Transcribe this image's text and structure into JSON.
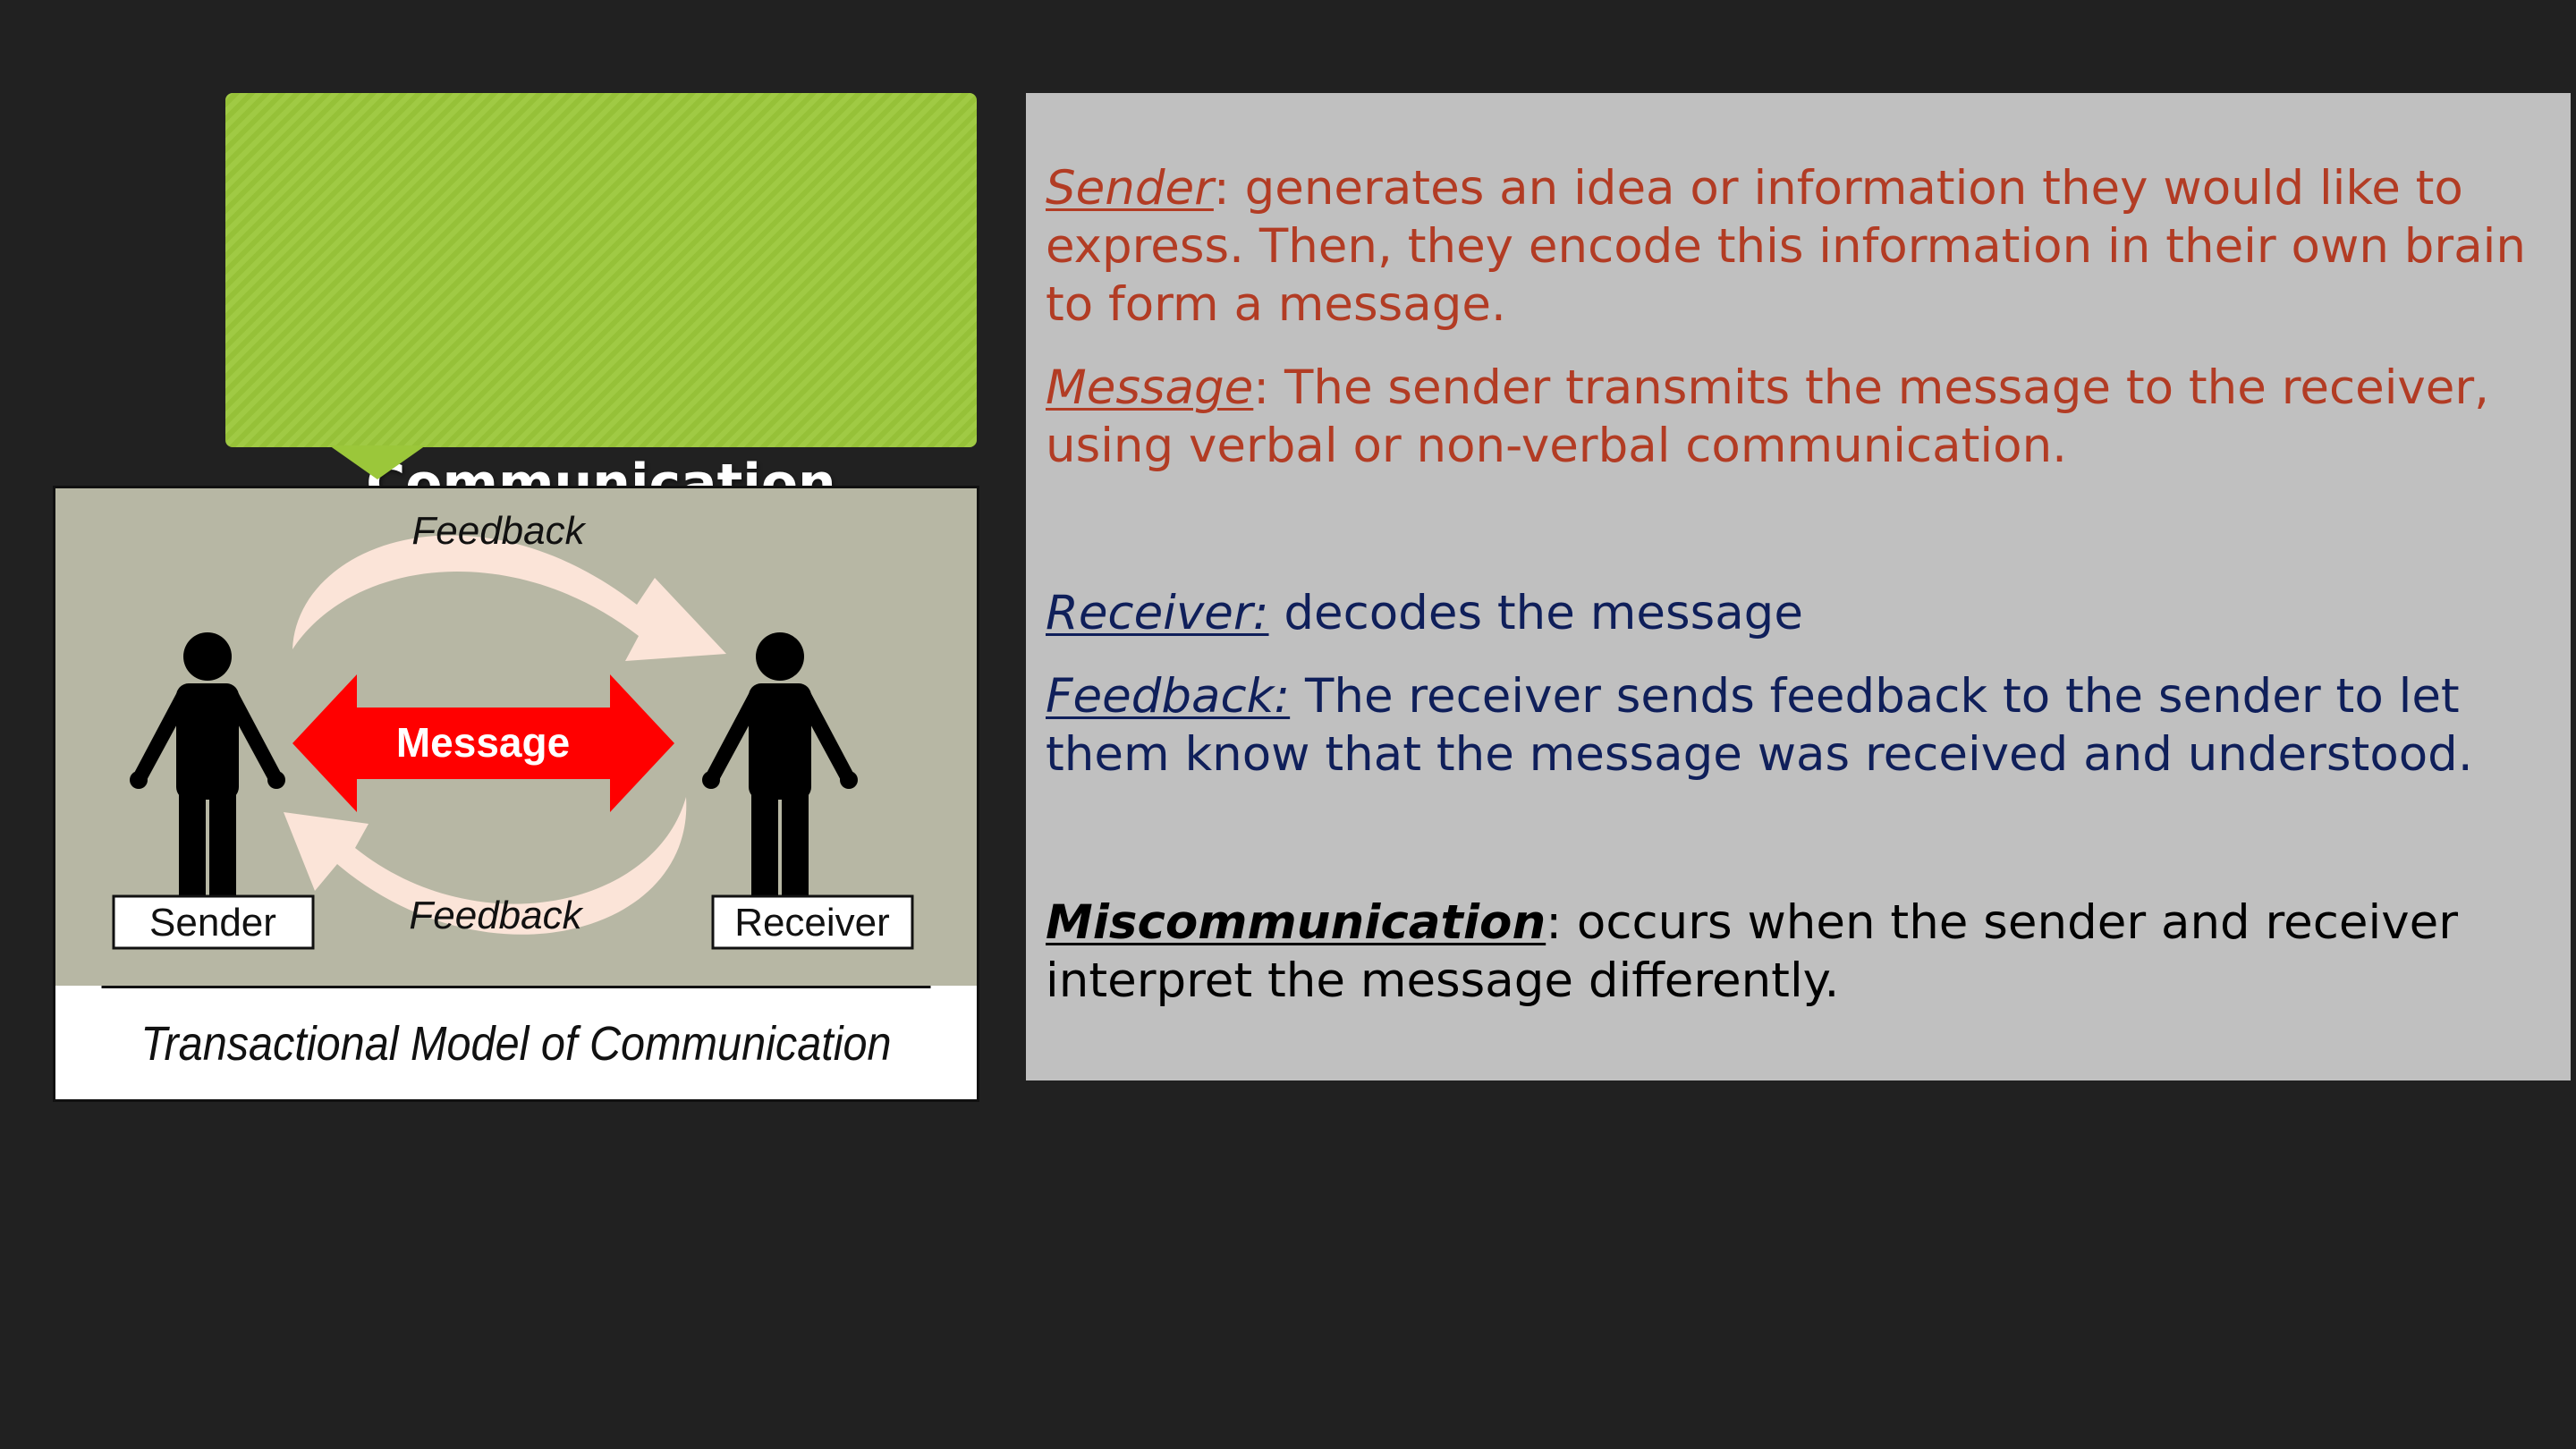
{
  "slide": {
    "title": "Communication",
    "colors": {
      "background": "#212121",
      "title_box": "#9bc73a",
      "panel": "#c0c0c0",
      "red_text": "#b23c24",
      "navy_text": "#0f1f5a",
      "arrow_red": "#ff0000",
      "feedback_arrow": "#fbe4d8",
      "diagram_bg": "#b7b7a4"
    }
  },
  "diagram": {
    "feedback_top": "Feedback",
    "feedback_bottom": "Feedback",
    "message": "Message",
    "sender_label": "Sender",
    "receiver_label": "Receiver",
    "caption": "Transactional Model of Communication",
    "icons": [
      "person-icon",
      "person-icon",
      "double-arrow-icon",
      "curved-arrow-icon",
      "curved-arrow-icon"
    ]
  },
  "definitions": {
    "sender": {
      "term": "Sender",
      "text": ": generates an idea or information they would like to express.  Then, they encode this information in their own brain to form a message."
    },
    "message": {
      "term": "Message",
      "text": ": The sender transmits the message to the receiver, using verbal or non-verbal communication."
    },
    "receiver": {
      "term": "Receiver:",
      "text": " decodes the message"
    },
    "feedback": {
      "term": "Feedback:",
      "text": " The receiver sends feedback to the sender to let them know that the message was received and understood."
    },
    "miscommunication": {
      "term": "Miscommunication",
      "text": ": occurs when the sender and receiver interpret the message differently."
    }
  }
}
